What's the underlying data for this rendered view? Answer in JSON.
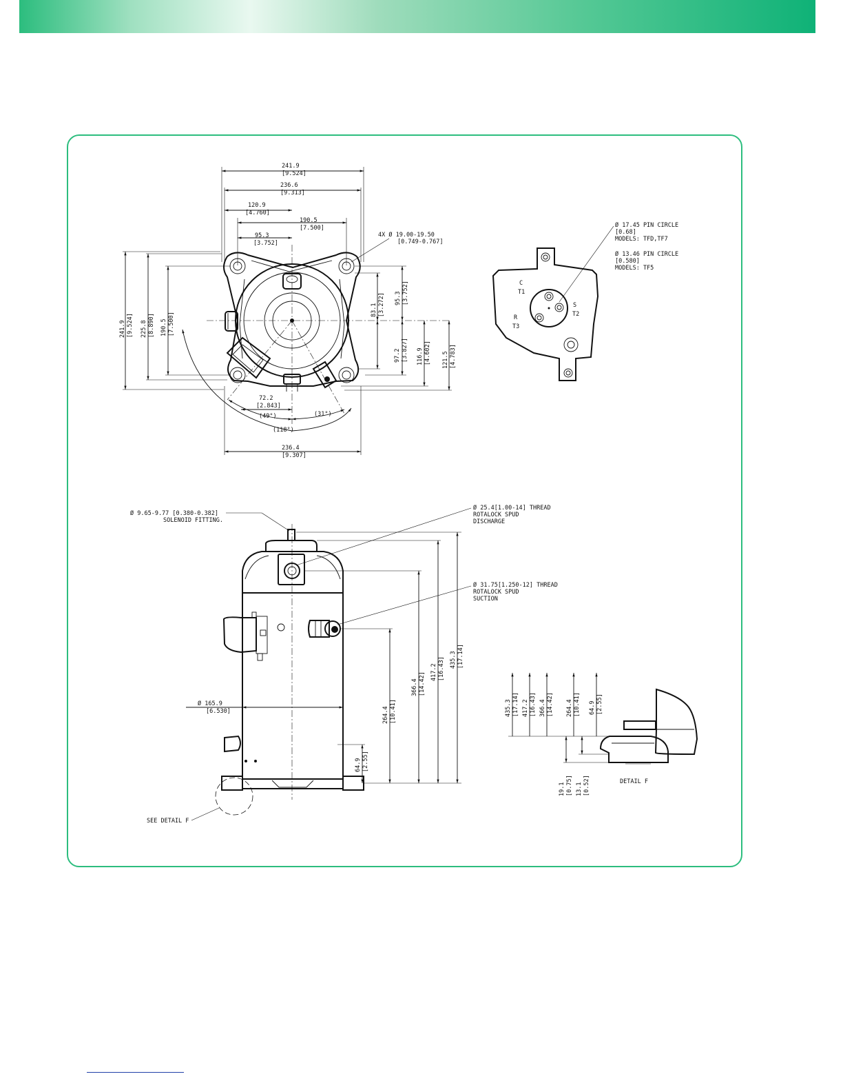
{
  "top_view": {
    "dims": {
      "w1": [
        "241.9",
        "[9.524]"
      ],
      "w2": [
        "236.6",
        "[9.313]"
      ],
      "w3": [
        "120.9",
        "[4.760]"
      ],
      "w4": [
        "190.5",
        "[7.500]"
      ],
      "w5": [
        "95.3",
        "[3.752]"
      ],
      "holes": [
        "4X Ø 19.00-19.50",
        "[0.749-0.767]"
      ],
      "h1": [
        "241.9",
        "[9.524]"
      ],
      "h2": [
        "225.8",
        "[8.890]"
      ],
      "h3": [
        "190.5",
        "[7.500]"
      ],
      "r1": [
        "83.1",
        "[3.272]"
      ],
      "r2": [
        "95.3",
        "[3.752]"
      ],
      "r3": [
        "97.2",
        "[3.827]"
      ],
      "r4": [
        "116.9",
        "[4.602]"
      ],
      "r5": [
        "121.5",
        "[4.783]"
      ],
      "b1": [
        "72.2",
        "[2.843]"
      ],
      "b2": [
        "236.4",
        "[9.307]"
      ]
    },
    "angles": {
      "a49": "(49°)",
      "a31": "(31°)",
      "a118": "(118°)"
    }
  },
  "terminal_box": {
    "note1": [
      "Ø 17.45 PIN CIRCLE",
      "[0.68]",
      "MODELS: TFD,TF7"
    ],
    "note2": [
      "Ø 13.46 PIN CIRCLE",
      "[0.580]",
      "MODELS: TF5"
    ],
    "pins": {
      "c": "C",
      "t1": "T1",
      "s": "S",
      "t2": "T2",
      "r": "R",
      "t3": "T3"
    }
  },
  "side_view": {
    "solenoid": [
      "Ø 9.65-9.77 [0.380-0.382]",
      "SOLENOID FITTING."
    ],
    "discharge": [
      "Ø 25.4[1.00-14] THREAD",
      "ROTALOCK SPUD",
      "DISCHARGE"
    ],
    "suction": [
      "Ø 31.75[1.250-12] THREAD",
      "ROTALOCK SPUD",
      "SUCTION"
    ],
    "diameter": [
      "Ø 165.9",
      "[6.530]"
    ],
    "v1": [
      "264.4",
      "[10.41]"
    ],
    "v2": [
      "366.4",
      "[14.42]"
    ],
    "v3": [
      "417.2",
      "[16.43]"
    ],
    "v4": [
      "435.3",
      "[17.14]"
    ],
    "v5": [
      "64.9",
      "[2.55]"
    ],
    "see_detail": "SEE DETAIL F"
  },
  "detail_f": {
    "v1": [
      "435.3",
      "[17.14]"
    ],
    "v2": [
      "417.2",
      "[16.43]"
    ],
    "v3": [
      "366.4",
      "[14.42]"
    ],
    "v4": [
      "264.4",
      "[10.41]"
    ],
    "v5": [
      "64.9",
      "[2.55]"
    ],
    "b1": [
      "19.1",
      "[0.75]"
    ],
    "b2": [
      "13.1",
      "[0.52]"
    ],
    "label": "DETAIL F"
  }
}
